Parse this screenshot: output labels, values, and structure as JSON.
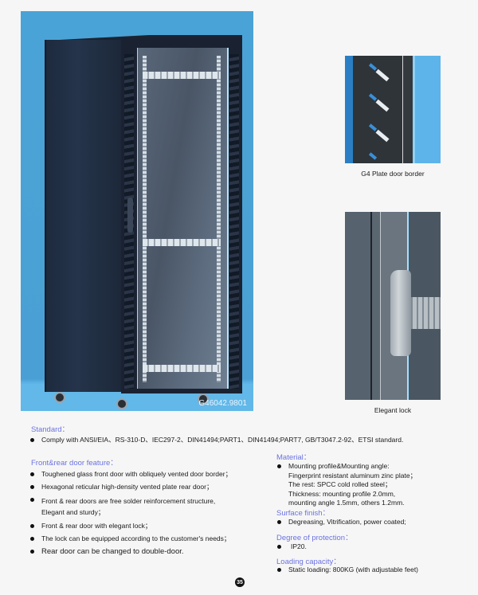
{
  "main_photo": {
    "model_code": "G46042.9801",
    "background_color": "#4aa3d6",
    "floor_color": "#62b8e8"
  },
  "details": [
    {
      "caption": "G4 Plate door border"
    },
    {
      "caption": "Elegant lock"
    }
  ],
  "standard": {
    "heading": "Standard：",
    "items": [
      "Comply with ANSI/EIA、RS-310-D、IEC297-2、DIN41494;PART1、DIN41494;PART7, GB/T3047.2-92、ETSI standard."
    ]
  },
  "door_feature": {
    "heading": "Front&rear door feature：",
    "items": [
      "Toughened glass front door with obliquely vented door border；",
      "Hexagonal reticular high-density vented plate rear door；",
      "Front & rear doors are free solder reinforcement structure,\nElegant and sturdy；",
      "Front & rear door with elegant lock；",
      "The lock can be equipped according to the customer's needs；",
      "Rear door can be changed to double-door."
    ]
  },
  "material": {
    "heading": "Material：",
    "items": [
      "Mounting profile&Mounting angle:\nFingerprint resistant aluminum zinc plate；\nThe rest: SPCC cold rolled steel；\nThickness: mounting profile 2.0mm,\nmounting angle 1.5mm, others 1.2mm."
    ]
  },
  "surface_finish": {
    "heading": "Surface finish：",
    "items": [
      "Degreasing, Vitrification, power coated;"
    ]
  },
  "protection": {
    "heading": "Degree of protection：",
    "items": [
      "IP20."
    ]
  },
  "loading": {
    "heading": "Loading capacity：",
    "items": [
      "Static loading: 800KG (with adjustable feet)"
    ]
  },
  "page_number": "35",
  "colors": {
    "heading": "#6b73e0",
    "text": "#1a1a1a",
    "page_bg": "#f6f6f6"
  }
}
